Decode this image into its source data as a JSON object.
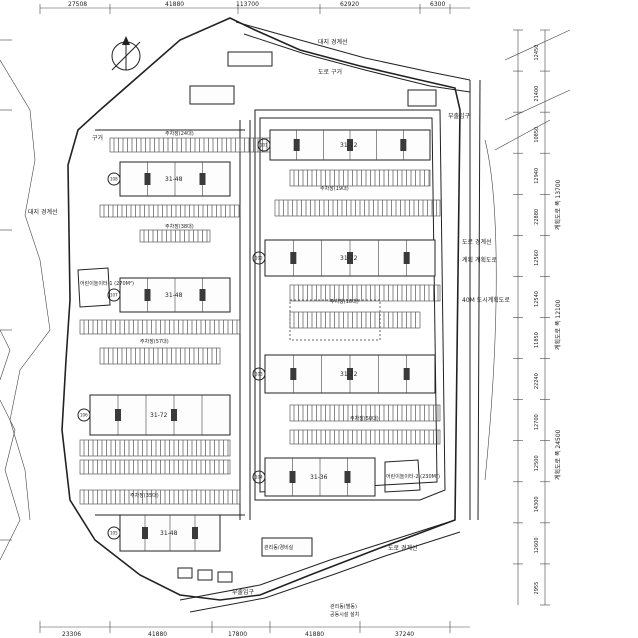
{
  "dimensions_top": [
    "27508",
    "41880",
    "113700",
    "62920",
    "6300"
  ],
  "dimensions_bottom": [
    "23306",
    "41880",
    "17800",
    "41880",
    "37240"
  ],
  "dimensions_right": [
    "12450",
    "21400",
    "10850",
    "12940",
    "22880",
    "12560",
    "12540",
    "11850",
    "22240",
    "12700",
    "12500",
    "14300",
    "12600",
    "2955"
  ],
  "dimension_chains_right": [
    "계획도로 폭 13700",
    "계획도로 폭 12100",
    "계획도로 폭 24500"
  ],
  "labels": {
    "north_label": "대지 경계선",
    "road_top": "도로 구거",
    "left_ditch": "구거",
    "left_boundary": "대지 경계선",
    "right_boundary": "도로 경계선",
    "planned_road": "계획 계획도로",
    "city_road": "40M 도시계획도로",
    "main_gate_top": "부출입구",
    "main_gate_bottom": "부출입구",
    "bottom_boundary": "도로 경계선",
    "mgmt_building": "관리동/경비실",
    "playground_a": "어린이놀이터-1 (270M²)",
    "playground_b": "어린이놀이터-2 (230M²)",
    "bottom_label_a": "관리동(별동)",
    "bottom_label_b": "공동시설 설치"
  },
  "buildings": [
    {
      "label": "31-48",
      "tag": "108"
    },
    {
      "label": "31-48",
      "tag": "107"
    },
    {
      "label": "31-72",
      "tag": "106"
    },
    {
      "label": "31-48",
      "tag": "105"
    },
    {
      "label": "31-72",
      "tag": "101"
    },
    {
      "label": "31-72",
      "tag": "102"
    },
    {
      "label": "31-72",
      "tag": "103"
    },
    {
      "label": "31-36",
      "tag": "104"
    }
  ],
  "parking": {
    "row_a": "주차장(24대)",
    "row_b": "주차장(19대)",
    "row_c": "주차장(38대)",
    "row_d": "주차장(18대)",
    "row_e": "주차장(57대)",
    "row_f": "주차장(50대)",
    "row_g": "주차장(35대)"
  }
}
